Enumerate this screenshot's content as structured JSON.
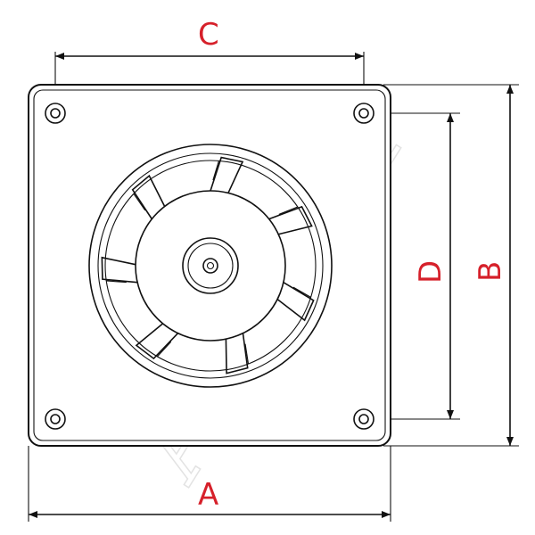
{
  "watermark": "Awenta",
  "dimensions": {
    "a": "A",
    "b": "B",
    "c": "C",
    "d": "D"
  },
  "colors": {
    "label": "#d6202a",
    "line": "#111111"
  }
}
